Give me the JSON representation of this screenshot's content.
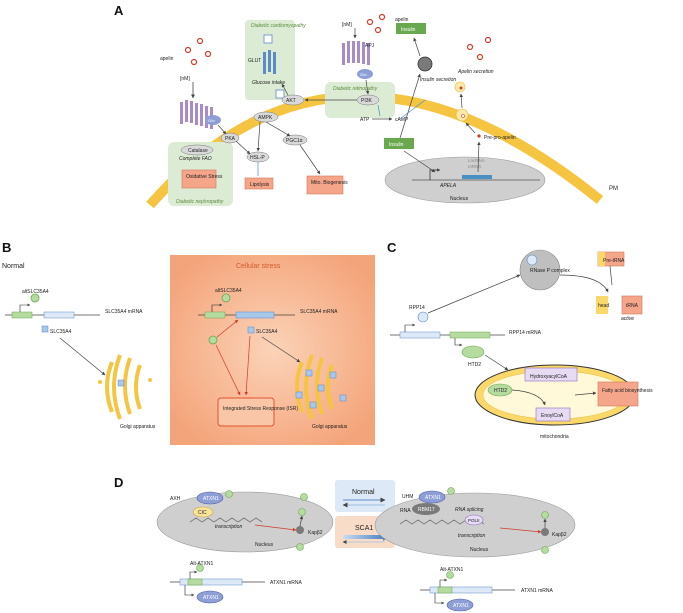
{
  "panels": {
    "a": "A",
    "b": "B",
    "c": "C",
    "d": "D"
  },
  "a": {
    "apelin_left": "apelin",
    "nM_left": "[nM]",
    "apelin_right": "apelin",
    "nM_right": "[nM]",
    "apj": "APJ",
    "gi_left": "G/α",
    "gq_right": "G/α",
    "glut": "GLUT",
    "glucose_intake": "Glucose intake",
    "diabetic_cardiomyopathy": "Diabetic cardiomyopathy",
    "diabetic_retinopathy": "Diabetic retinopathy",
    "diabetic_nephropathy": "Diabetic nephropathy",
    "akt": "AKT",
    "pi3k": "PI3K",
    "ampk": "AMPK",
    "pgc1a": "PGC1α",
    "pka": "PKA",
    "hsl_p": "HSL-P",
    "catalase": "Catalase",
    "complete_fao": "Complete FAO",
    "oxidative_stress": "Oxidative Stress",
    "lipolysis": "Lipolysis",
    "mito_biogenesis": "Mito. Biogenesis",
    "atp": "ATP",
    "camp": "cAMP",
    "insulin_top": "Insulin",
    "insulin_secretion": "Insulin secretion",
    "insulin_box": "Insulin",
    "apelin_secretion": "Apelin secretion",
    "pre_pro_apelin": "Pre-pro-apelin",
    "lncrna": "LncRNA",
    "mrna": "mRNA",
    "apela": "APELA",
    "nucleus": "Nucleus",
    "pm": "PM"
  },
  "b": {
    "normal": "Normal",
    "cellular_stress": "Cellular stress",
    "alt_left": "altSLC35A4",
    "mrna_left": "SLC35A4 mRNA",
    "protein_left": "SLC35A4",
    "golgi_left": "Golgi apparatus",
    "alt_right": "altSLC35A4",
    "mrna_right": "SLC35A4 mRNA",
    "protein_right": "SLC35A4",
    "isr": "Integrated Stress Response (ISR)",
    "golgi_right": "Golgi apparatus"
  },
  "c": {
    "rpp14": "RPP14",
    "rnase_p": "RNase P complex",
    "pre_trna": "Pre-tRNA",
    "head": "head",
    "trna": "tRNA",
    "active": "active",
    "rpp14_mrna": "RPP14 mRNA",
    "htd2_top": "HTD2",
    "htd2_mito": "HTD2",
    "hydroxyacyl": "HydroxyacylCoA",
    "enoyl": "EnoylCoA",
    "fatty_acid": "Fatty acid biosynthesis",
    "mitochondria": "mitochondria"
  },
  "d": {
    "axh": "AXH",
    "atxn1_nuc_left": "ATXN1",
    "cic": "CIC",
    "transcription_left": "transcription",
    "nucleus_left": "Nucleus",
    "kapb2_left": "Kapβ2",
    "alt_atxn1_left": "Alt-ATXN1",
    "atxn1_mrna_left": "ATXN1 mRNA",
    "atxn1_prot_left": "ATXN1",
    "normal": "Normal",
    "sca1": "SCA1",
    "uhm": "UHM",
    "atxn1_nuc_right": "ATXN1",
    "rbm17": "RBM17",
    "rna": "RNA",
    "rna_splicing": "RNA splicing",
    "pol2": "POLII",
    "transcription_right": "transcription",
    "nucleus_right": "Nucleus",
    "kapb2_right": "Kapβ2",
    "alt_atxn1_right": "Alt-ATXN1",
    "atxn1_mrna_right": "ATXN1 mRNA",
    "atxn1_prot_right": "ATXN1"
  },
  "colors": {
    "membrane": "#f5c542",
    "green_box": "#dcebd3",
    "salmon": "#f4a58a",
    "protein_blue": "#8e9fd8",
    "insulin_green": "#6aa84f",
    "stress_orange": "#f6b48e",
    "normal_blue": "#dde9f6",
    "sca1_peach": "#f9dcc8",
    "nucleus_gray": "#cfcfcf"
  }
}
